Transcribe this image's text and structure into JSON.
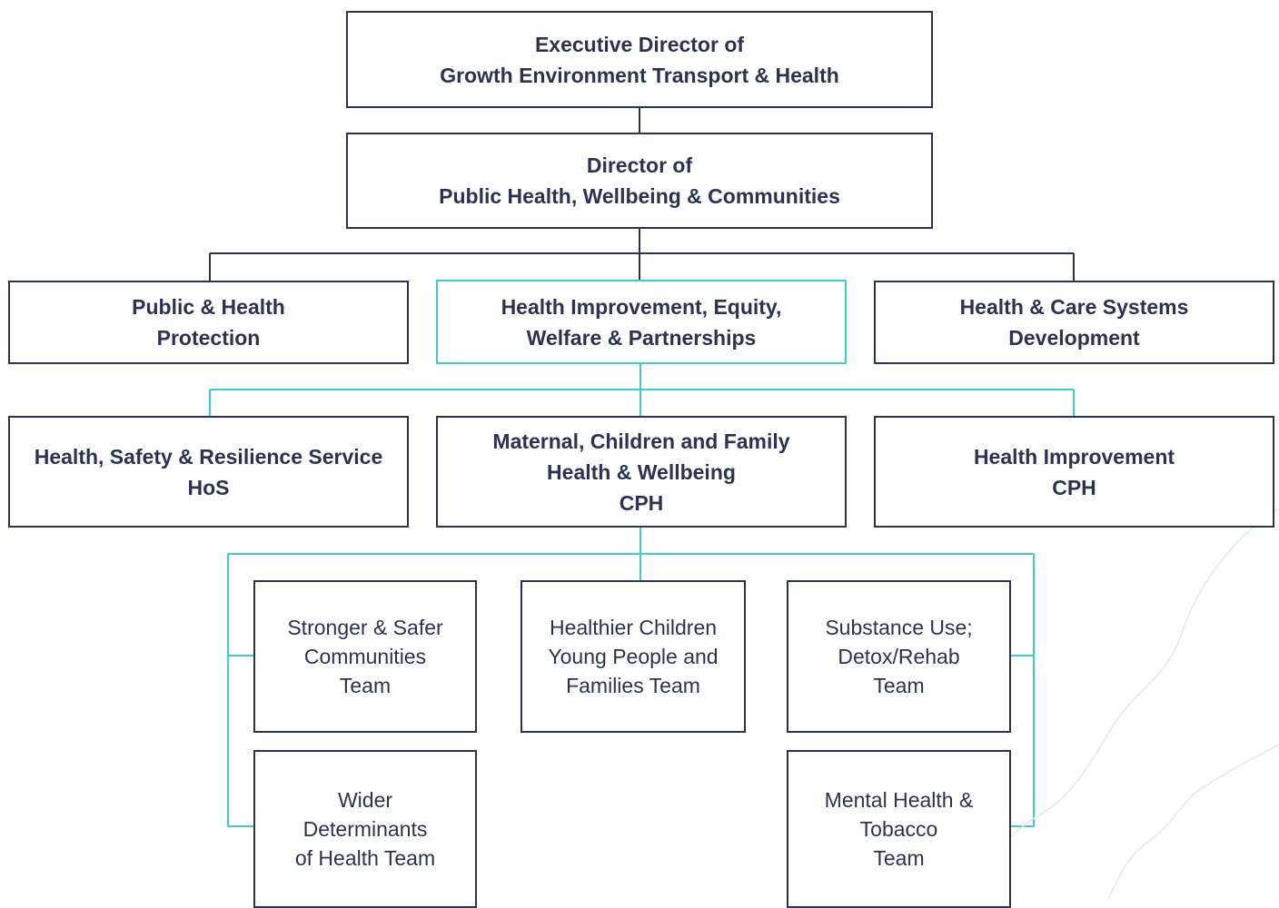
{
  "chart": {
    "root": {
      "line1": "Executive Director of",
      "line2": "Growth Environment Transport & Health"
    },
    "director": {
      "line1": "Director of",
      "line2": "Public Health, Wellbeing & Communities"
    },
    "level2": [
      {
        "line1": "Public & Health",
        "line2": "Protection"
      },
      {
        "line1": "Health Improvement, Equity,",
        "line2": "Welfare & Partnerships"
      },
      {
        "line1": "Health & Care Systems",
        "line2": "Development"
      }
    ],
    "level3": [
      {
        "line1": "Health, Safety & Resilience Service",
        "line2": "HoS"
      },
      {
        "line1": "Maternal, Children and Family",
        "line2": "Health & Wellbeing",
        "line3": "CPH"
      },
      {
        "line1": "Health Improvement",
        "line2": "CPH"
      }
    ],
    "teams": [
      {
        "line1": "Stronger & Safer",
        "line2": "Communities",
        "line3": "Team"
      },
      {
        "line1": "Healthier Children",
        "line2": "Young People and",
        "line3": "Families Team"
      },
      {
        "line1": "Substance Use;",
        "line2": "Detox/Rehab",
        "line3": "Team"
      },
      {
        "line1": "Wider",
        "line2": "Determinants",
        "line3": "of Health Team"
      },
      {
        "line1": "Mental Health &",
        "line2": "Tobacco",
        "line3": "Team"
      }
    ]
  },
  "colors": {
    "navy": "#2b3350",
    "teal": "#3fcbd0"
  }
}
